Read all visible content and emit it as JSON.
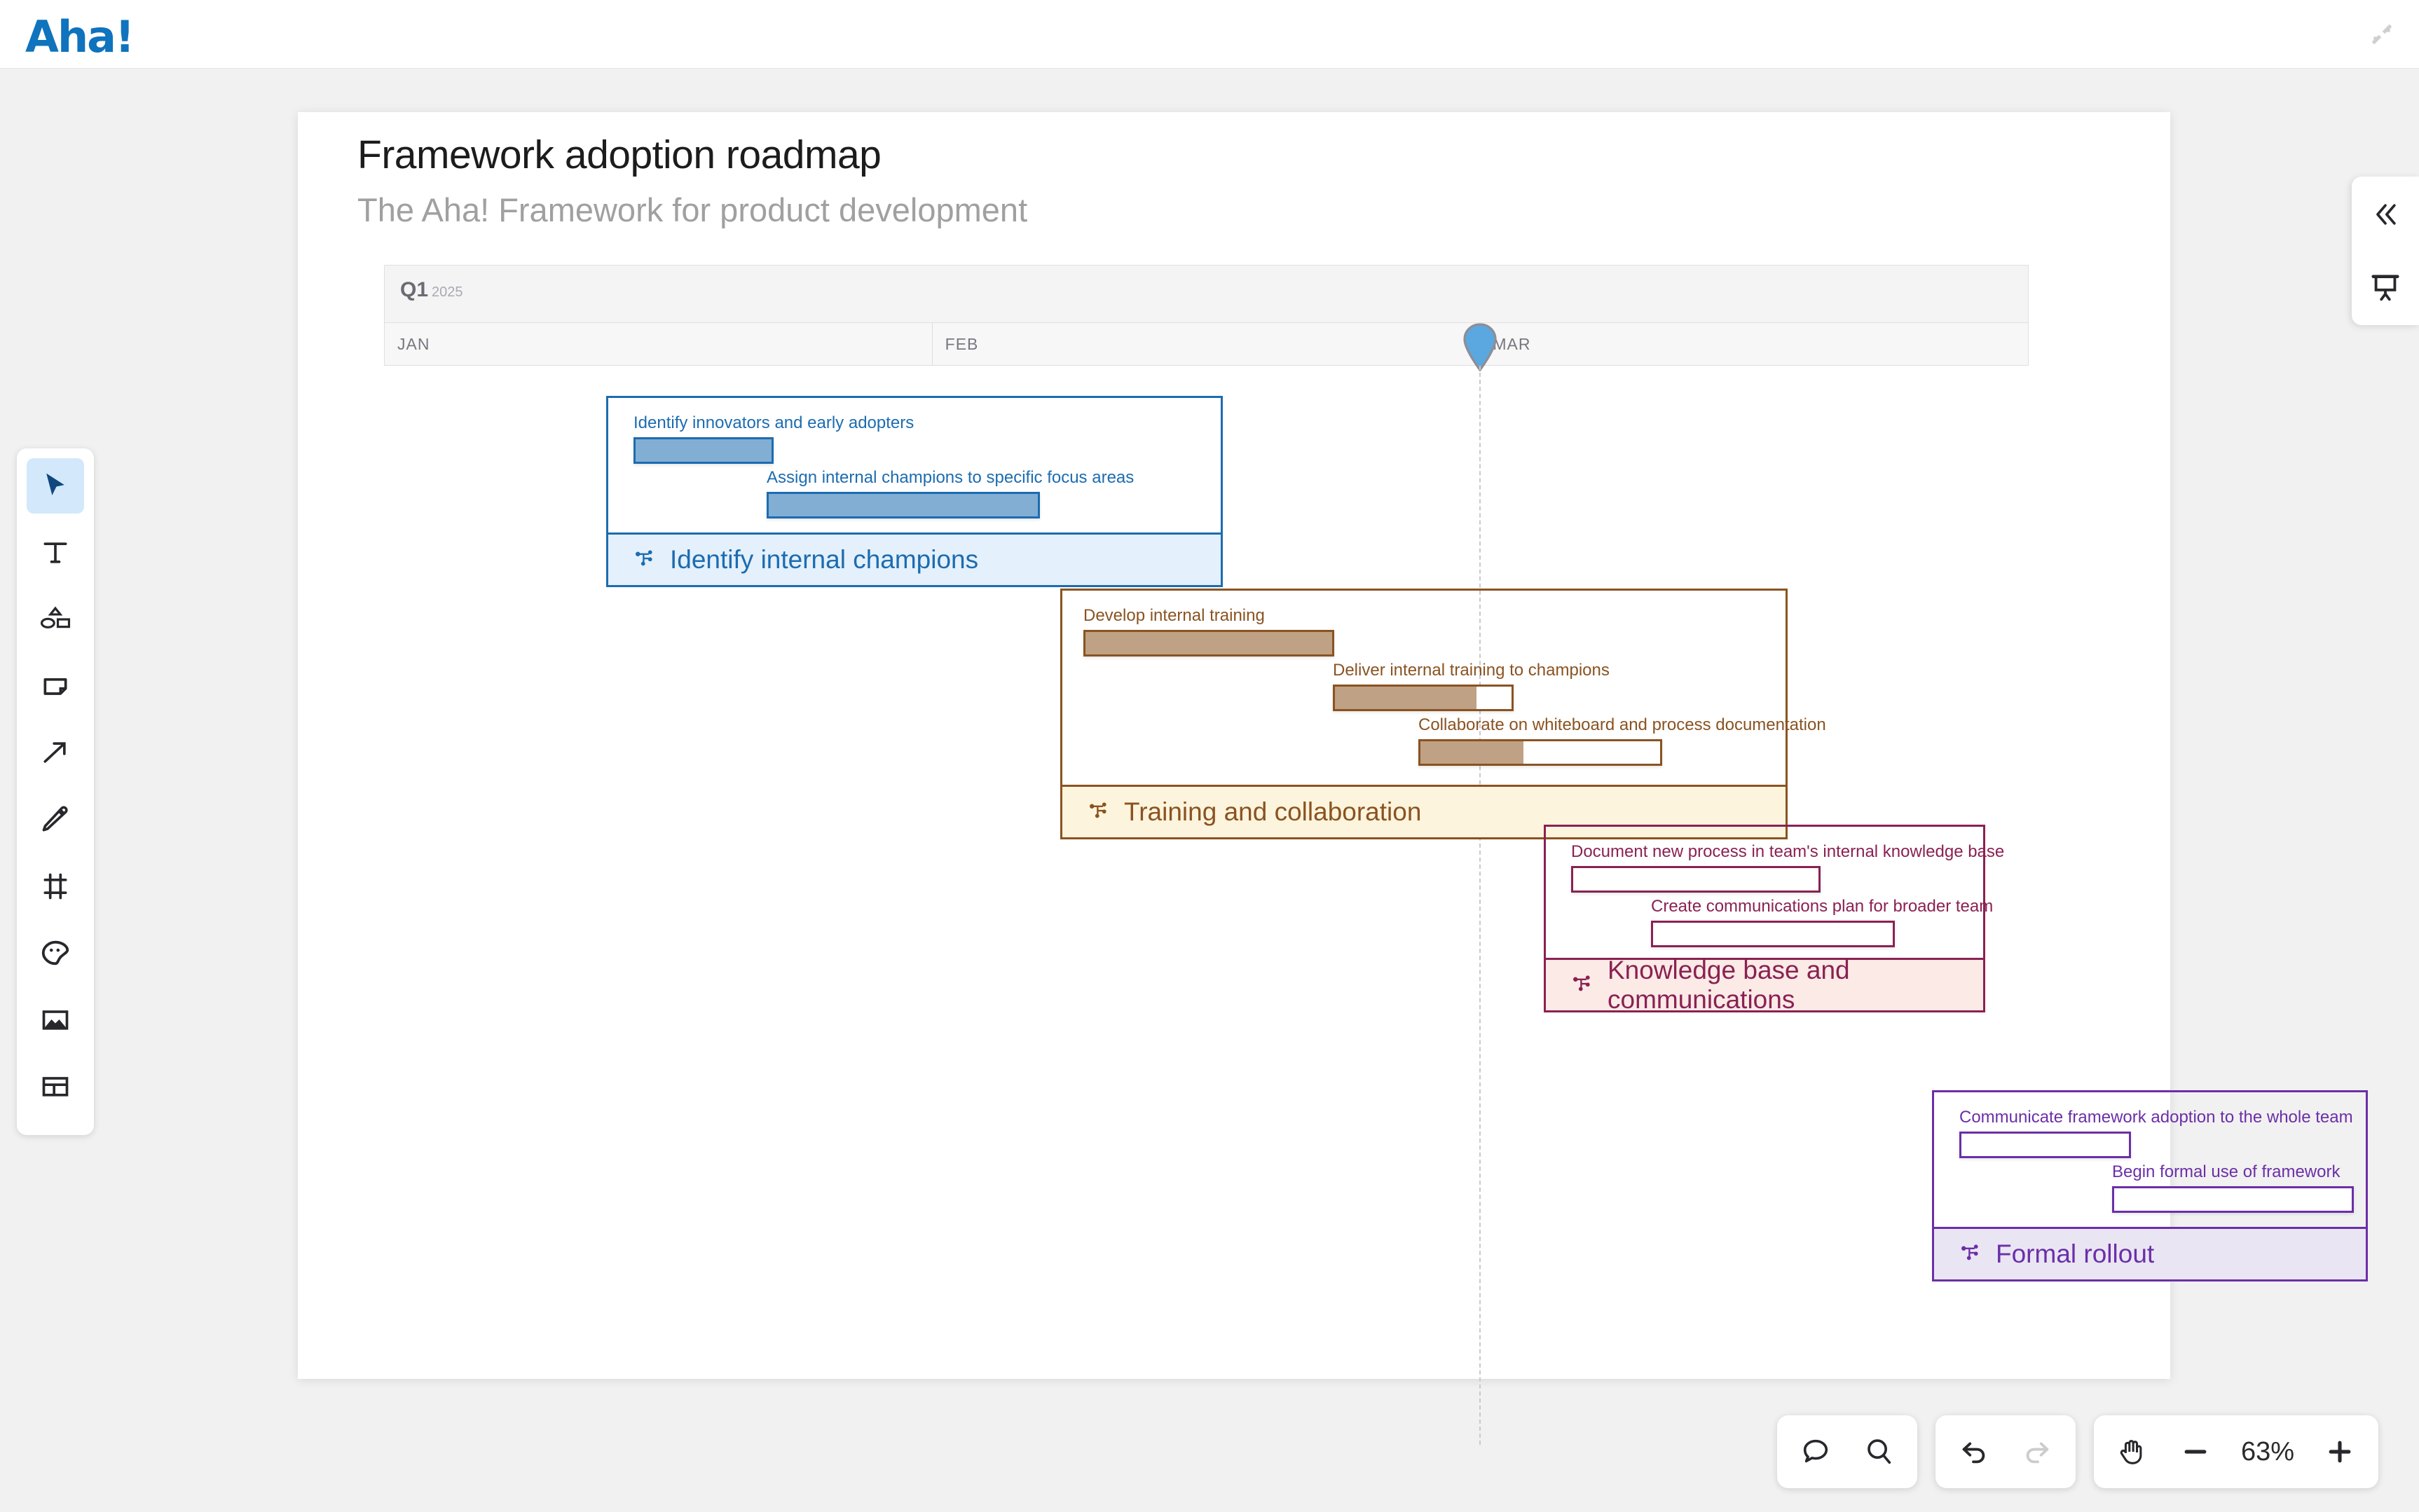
{
  "app": {
    "logo_text": "Aha!",
    "logo_color": "#0f73bd",
    "fullscreen_icon": "exit-fullscreen-icon"
  },
  "toolbar": {
    "tools": [
      {
        "name": "select-tool",
        "icon": "cursor-icon",
        "active": true
      },
      {
        "name": "text-tool",
        "icon": "text-icon",
        "active": false
      },
      {
        "name": "shape-tool",
        "icon": "shapes-icon",
        "active": false
      },
      {
        "name": "note-tool",
        "icon": "sticky-note-icon",
        "active": false
      },
      {
        "name": "connector-tool",
        "icon": "arrow-icon",
        "active": false
      },
      {
        "name": "pen-tool",
        "icon": "pencil-icon",
        "active": false
      },
      {
        "name": "frame-tool",
        "icon": "frame-icon",
        "active": false
      },
      {
        "name": "sticker-tool",
        "icon": "sticker-icon",
        "active": false
      },
      {
        "name": "image-tool",
        "icon": "image-icon",
        "active": false
      },
      {
        "name": "template-tool",
        "icon": "layout-icon",
        "active": false
      }
    ]
  },
  "right_panel": {
    "collapse_icon": "chevron-double-left-icon",
    "present_icon": "presentation-icon"
  },
  "board": {
    "title": "Framework adoption roadmap",
    "subtitle": "The Aha! Framework for product development"
  },
  "timeline": {
    "quarter": "Q1",
    "year": "2025",
    "months": [
      "JAN",
      "FEB",
      "MAR"
    ],
    "today_marker": "today-pin",
    "today_marker_color": "#5ba7e0"
  },
  "chart_data": {
    "type": "gantt",
    "title": "Framework adoption roadmap",
    "subtitle": "The Aha! Framework for product development",
    "axis": {
      "quarter": "Q1",
      "year": "2025",
      "ticks": [
        "JAN",
        "FEB",
        "MAR"
      ],
      "today_position_pct": 66.6
    },
    "groups": [
      {
        "name": "Identify internal champions",
        "color": "#1c6cb0",
        "foot_bg": "#e4f0fb",
        "items": [
          {
            "label": "Identify innovators and early adopters",
            "progress_pct": 100,
            "start_pct": 0,
            "width_pct": 27
          },
          {
            "label": "Assign internal champions to specific focus areas",
            "progress_pct": 100,
            "start_pct": 27,
            "width_pct": 38
          }
        ]
      },
      {
        "name": "Training and collaboration",
        "color": "#8a5321",
        "foot_bg": "#fdf4dd",
        "items": [
          {
            "label": "Develop internal training",
            "progress_pct": 100,
            "start_pct": 0,
            "width_pct": 34
          },
          {
            "label": "Deliver internal training to champions",
            "progress_pct": 80,
            "start_pct": 35,
            "width_pct": 25
          },
          {
            "label": "Collaborate on whiteboard and process documentation",
            "progress_pct": 43,
            "start_pct": 49,
            "width_pct": 33
          }
        ]
      },
      {
        "name": "Knowledge base and communications",
        "color": "#8a2153",
        "foot_bg": "#fbeae6",
        "items": [
          {
            "label": "Document new process in team's internal knowledge base",
            "progress_pct": 0,
            "start_pct": 5,
            "width_pct": 57
          },
          {
            "label": "Create communications plan for broader team",
            "progress_pct": 0,
            "start_pct": 24,
            "width_pct": 56
          }
        ]
      },
      {
        "name": "Formal rollout",
        "color": "#6b2fa8",
        "foot_bg": "#eae5f3",
        "items": [
          {
            "label": "Communicate framework adoption to the whole team",
            "progress_pct": 0,
            "start_pct": 5,
            "width_pct": 39
          },
          {
            "label": "Begin formal use of framework",
            "progress_pct": 0,
            "start_pct": 40,
            "width_pct": 55
          }
        ]
      }
    ]
  },
  "bottom_bar": {
    "comment_icon": "comment-icon",
    "search_icon": "search-icon",
    "undo_icon": "undo-icon",
    "redo_icon": "redo-icon",
    "pan_icon": "hand-icon",
    "zoom_out_icon": "minus-icon",
    "zoom_in_icon": "plus-icon",
    "zoom_level": "63%"
  }
}
